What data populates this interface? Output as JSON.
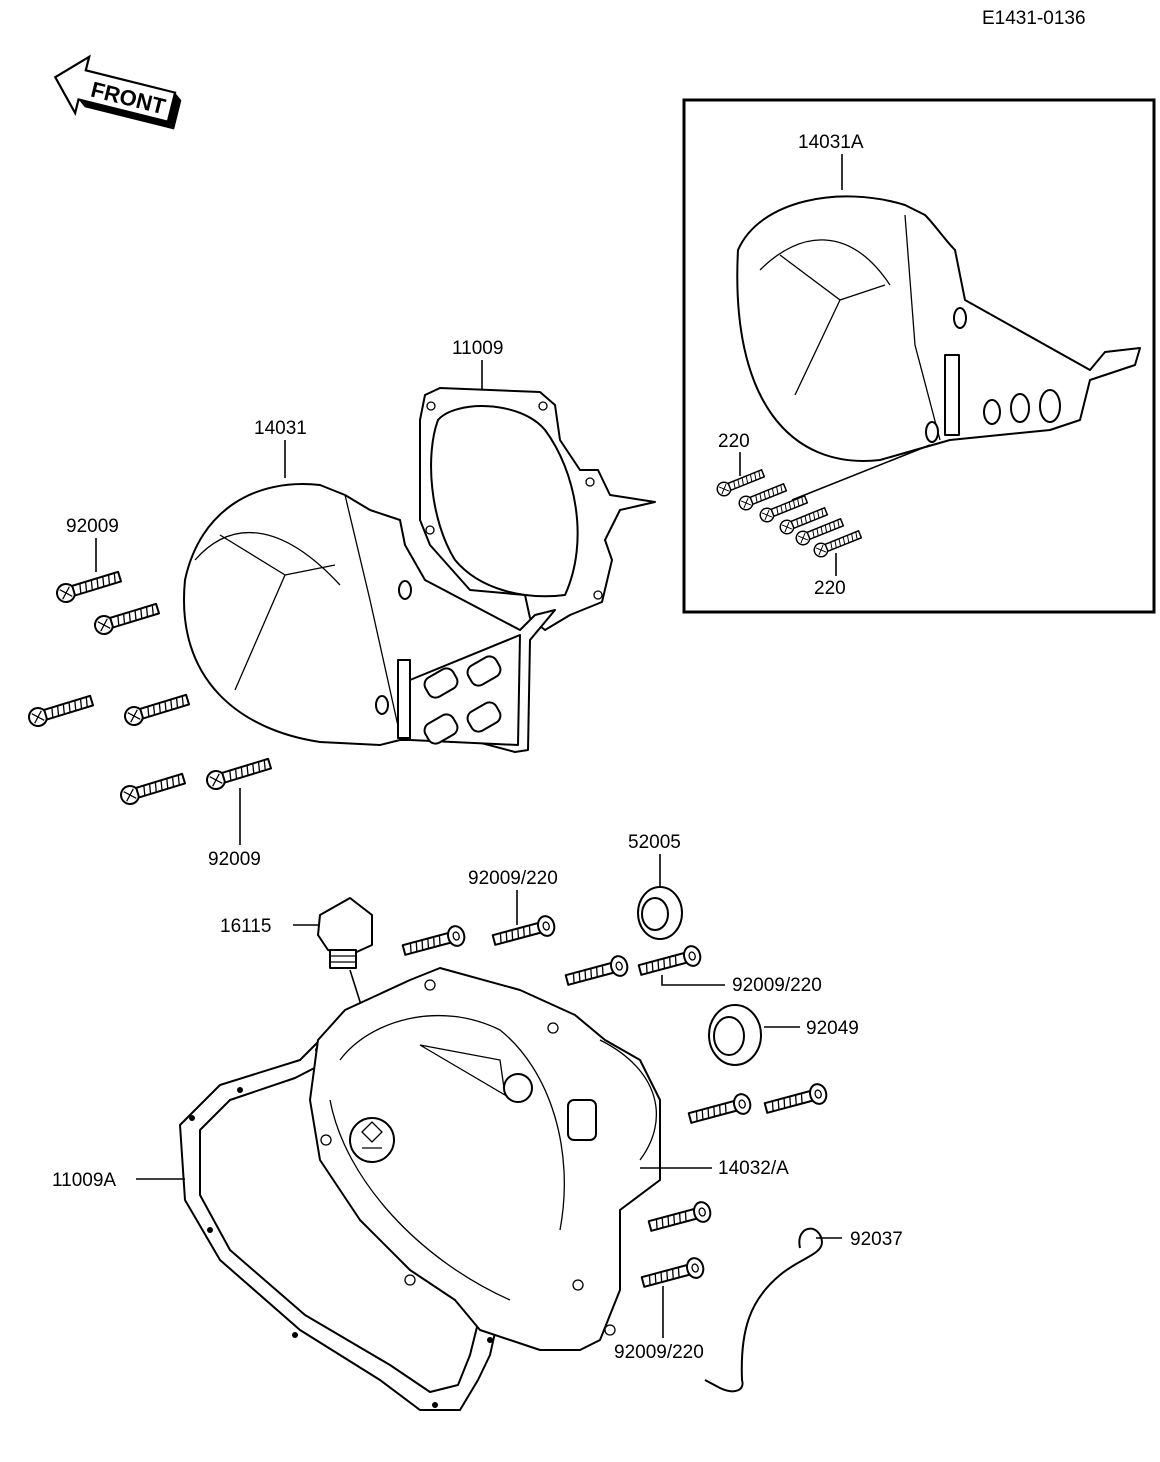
{
  "diagram": {
    "ref_code": "E1431-0136",
    "front_badge": "FRONT",
    "labels": {
      "cover_alt": "14031A",
      "screw_alt_top": "220",
      "screw_alt_bottom": "220",
      "gasket_top": "11009",
      "cover": "14031",
      "screw_left_top": "92009",
      "screw_left_bottom": "92009",
      "seal_small": "52005",
      "screw_mid": "92009/220",
      "plug": "16115",
      "screw_right": "92009/220",
      "seal_large": "92049",
      "gasket_bottom": "11009A",
      "case_cover": "14032/A",
      "clip": "92037",
      "screw_bottom": "92009/220"
    }
  }
}
